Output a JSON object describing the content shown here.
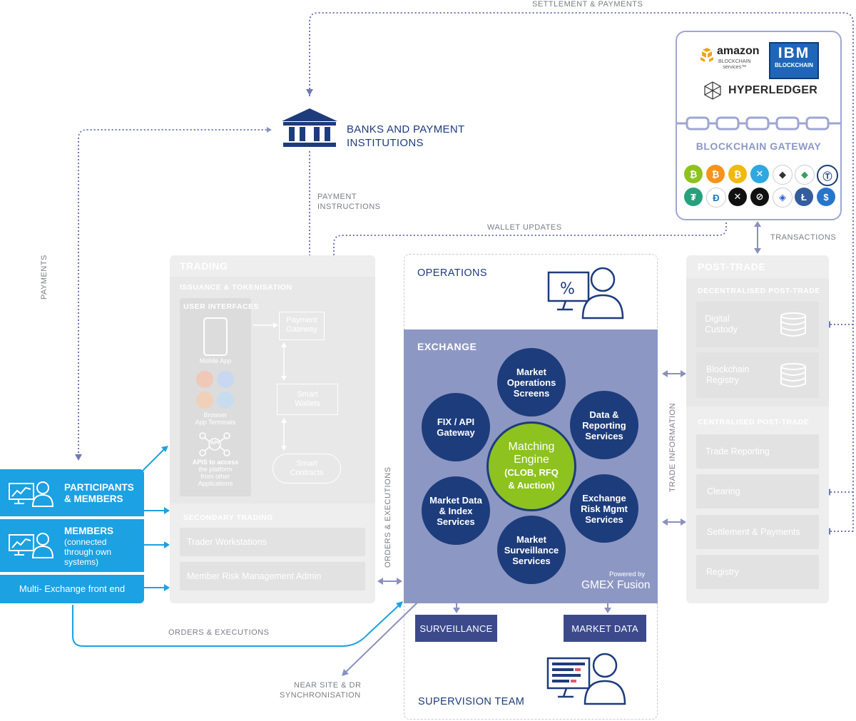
{
  "labels": {
    "settlement": "SETTLEMENT & PAYMENTS",
    "payments": "PAYMENTS",
    "payment_instr_1": "PAYMENT",
    "payment_instr_2": "INSTRUCTIONS",
    "wallet_updates": "WALLET UPDATES",
    "transactions": "TRANSACTIONS",
    "orders_exec_vert": "ORDERS & EXECUTIONS",
    "trade_info": "TRADE INFORMATION",
    "orders_exec_bottom": "ORDERS & EXECUTIONS",
    "near_site_1": "NEAR SITE & DR",
    "near_site_2": "SYNCHRONISATION"
  },
  "banks": {
    "line1": "BANKS AND PAYMENT",
    "line2": "INSTITUTIONS"
  },
  "blockchain": {
    "amazon": "amazon",
    "amazon_sub1": "BLOCKCHAIN",
    "amazon_sub2": "services™",
    "ibm": "IBM",
    "ibm_sub": "BLOCKCHAIN",
    "hyperledger": "HYPERLEDGER",
    "gateway": "BLOCKCHAIN GATEWAY",
    "coins_row1": [
      "₿",
      "₿",
      "₿",
      "✕",
      "◆",
      "◆",
      "Ⓣ"
    ],
    "coins_row2": [
      "₮",
      "Đ",
      "✕",
      "⊘",
      "◈",
      "Ł",
      "$"
    ]
  },
  "trading": {
    "title": "TRADING",
    "issuance": "ISSUANCE & TOKENISATION",
    "user_interfaces": "USER INTERFACES",
    "mobile_app": "Mobile App",
    "browser_1": "Browser",
    "browser_2": "App Terminals",
    "api_badge": "API",
    "apis_1": "APIS to access",
    "apis_2": "the platform",
    "apis_3": "from other",
    "apis_4": "Applications",
    "payment_gateway_1": "Payment",
    "payment_gateway_2": "Gateway",
    "smart_wallets_1": "Smart",
    "smart_wallets_2": "Wallets",
    "smart_contracts_1": "Smart",
    "smart_contracts_2": "Contracts",
    "secondary": "SECONDARY TRADING",
    "trader_ws": "Trader Workstations",
    "member_risk": "Member Risk Management Admin"
  },
  "participants": {
    "p1_line1": "PARTICIPANTS",
    "p1_line2": "& MEMBERS",
    "p2_title": "MEMBERS",
    "p2_l1": "(connected",
    "p2_l2": "through own",
    "p2_l3": "systems)",
    "p3": "Multi- Exchange front end"
  },
  "operations": {
    "title": "OPERATIONS"
  },
  "exchange": {
    "title": "EXCHANGE",
    "market_ops": [
      "Market",
      "Operations",
      "Screens"
    ],
    "fix_api": [
      "FIX / API",
      "Gateway"
    ],
    "data_reporting": [
      "Data &",
      "Reporting",
      "Services"
    ],
    "matching": [
      "Matching",
      "Engine",
      "(CLOB, RFQ",
      "& Auction)"
    ],
    "market_data_idx": [
      "Market Data",
      "& Index",
      "Services"
    ],
    "exchange_risk": [
      "Exchange",
      "Risk Mgmt",
      "Services"
    ],
    "surveillance_svc": [
      "Market",
      "Surveillance",
      "Services"
    ],
    "powered_by": "Powered by",
    "fusion": "GMEX Fusion"
  },
  "supervision": {
    "surveillance": "SURVEILLANCE",
    "market_data": "MARKET DATA",
    "team": "SUPERVISION TEAM"
  },
  "post_trade": {
    "title": "POST-TRADE",
    "decentralised": "DECENTRALISED POST-TRADE",
    "custody_1": "Digital",
    "custody_2": "Custody",
    "registry_1": "Blockchain",
    "registry_2": "Registry",
    "centralised": "CENTRALISED POST-TRADE",
    "trade_reporting": "Trade Reporting",
    "clearing": "Clearing",
    "settlement": "Settlement & Payments",
    "registry": "Registry"
  },
  "colors": {
    "navy": "#1d3c7c",
    "exchange_bg": "#8d97c4",
    "green": "#8dc21f",
    "blue": "#1ca1e3",
    "arrow": "#8a90c0"
  }
}
